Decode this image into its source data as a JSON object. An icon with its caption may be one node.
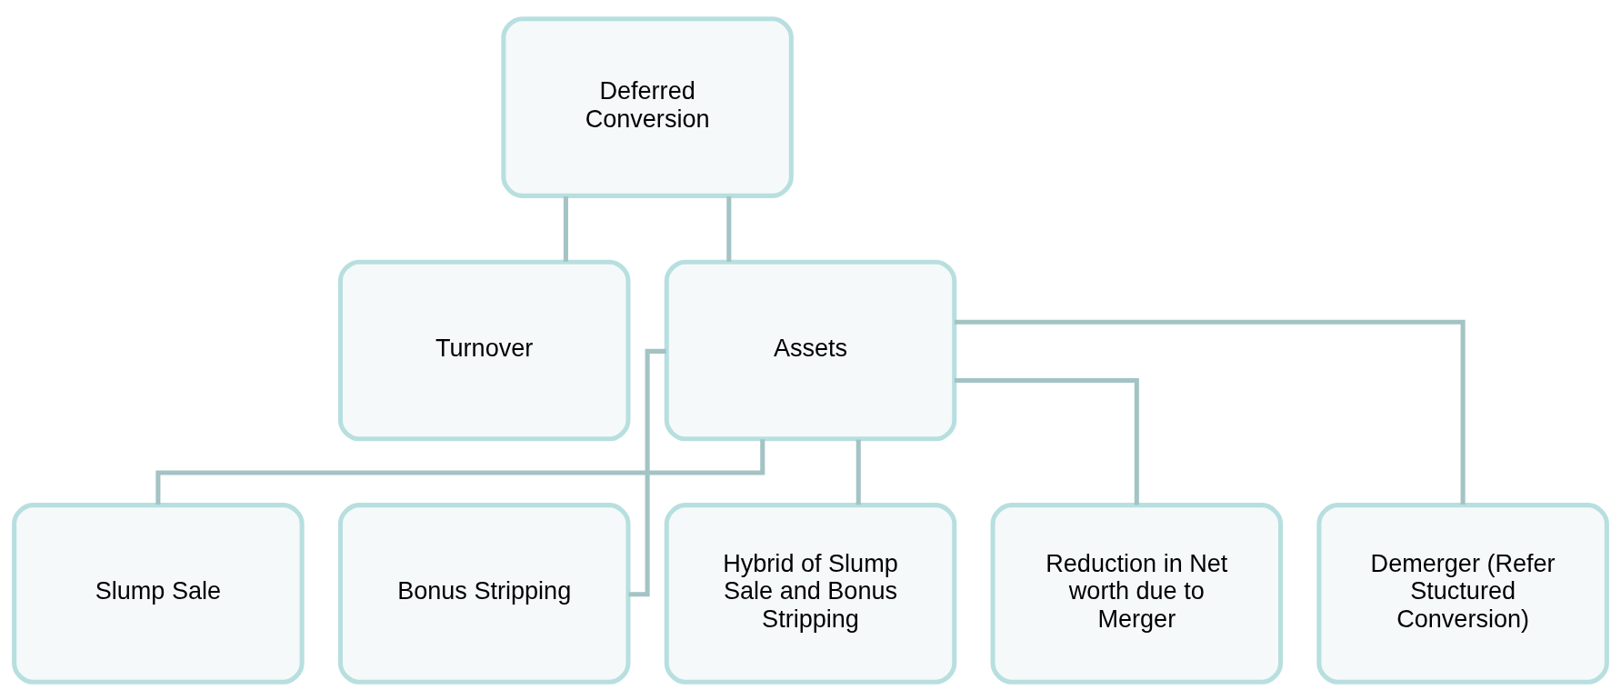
{
  "diagram": {
    "nodes": [
      {
        "text": [
          "Deferred Conversion"
        ]
      },
      {
        "text": [
          "Turnover"
        ]
      },
      {
        "text": [
          "Assets"
        ]
      },
      {
        "text": [
          "Slump Sale"
        ]
      },
      {
        "text": [
          "Bonus Stripping"
        ]
      },
      {
        "text": [
          "Hybrid of Slump Sale and Bonus Stripping"
        ]
      },
      {
        "text": [
          "Reduction in Net worth due to Merger"
        ]
      },
      {
        "text": [
          "Demerger (Refer Stuctured Conversion)"
        ]
      }
    ],
    "edges": [
      {
        "from": 0,
        "to": 1,
        "arrow": "none"
      },
      {
        "from": 0,
        "to": 2,
        "arrow": "none"
      },
      {
        "from": 2,
        "to": 3,
        "arrow": "none"
      },
      {
        "from": 2,
        "to": 4,
        "arrow": "none"
      },
      {
        "from": 2,
        "to": 5,
        "arrow": "none"
      },
      {
        "from": 2,
        "to": 6,
        "arrow": "none"
      },
      {
        "from": 2,
        "to": 7,
        "arrow": "none"
      }
    ]
  }
}
